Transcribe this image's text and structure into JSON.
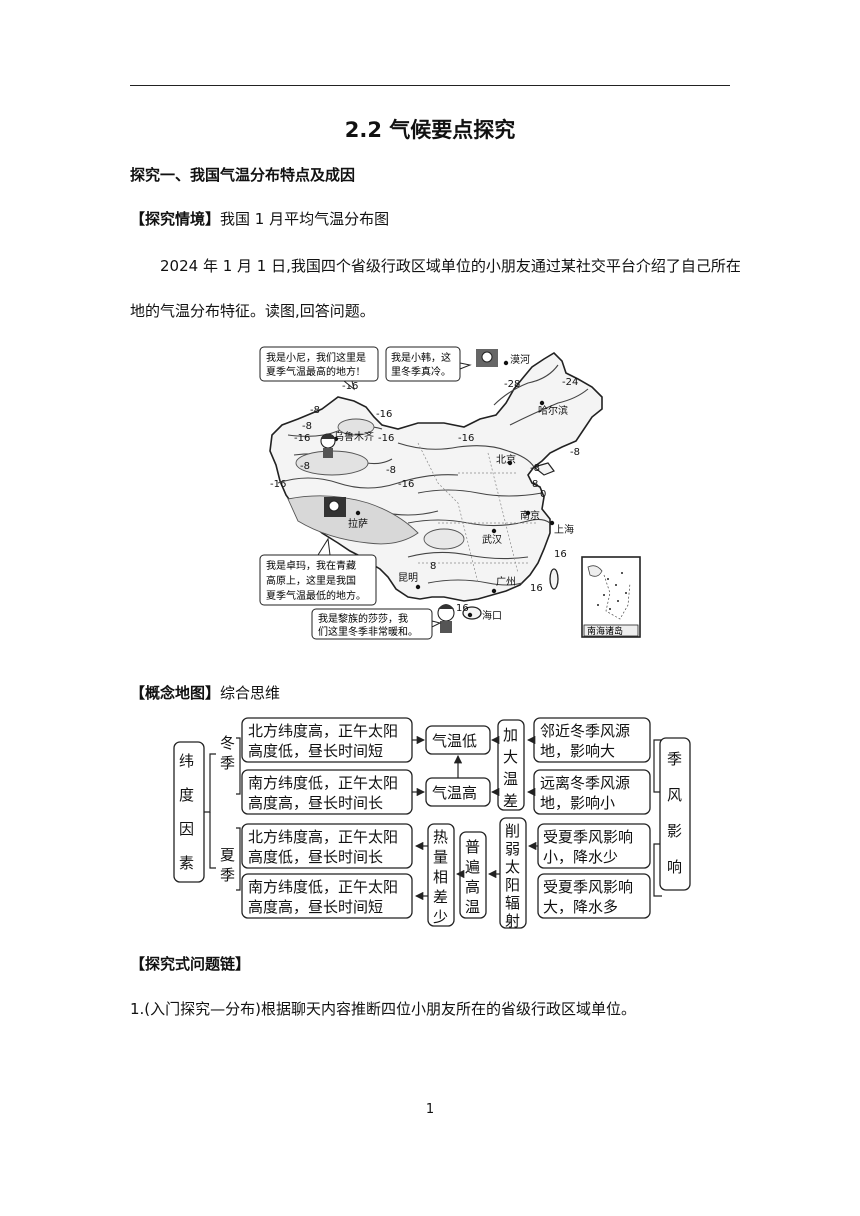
{
  "title": "2.2  气候要点探究",
  "section1": {
    "heading": "探究一、我国气温分布特点及成因"
  },
  "scenario": {
    "label": "【探究情境】",
    "text": "我国 1 月平均气温分布图"
  },
  "intro": {
    "line1": "2024 年 1 月 1 日,我国四个省级行政区域单位的小朋友通过某社交平台介绍了自己所在",
    "line2": "地的气温分布特征。读图,回答问题。"
  },
  "map": {
    "bubbles": {
      "xiaoni": [
        "我是小尼，我们这里是",
        "夏季气温最高的地方!"
      ],
      "xiaohan": [
        "我是小韩，这",
        "里冬季真冷。"
      ],
      "zhuoma": [
        "我是卓玛，我在青藏",
        "高原上，这里是我国",
        "夏季气温最低的地方。"
      ],
      "shasha": [
        "我是黎族的莎莎，我",
        "们这里冬季非常暖和。"
      ]
    },
    "cities": {
      "mohe": "漠河",
      "harbin": "哈尔滨",
      "urumqi": "乌鲁木齐",
      "beijing": "北京",
      "lhasa": "拉萨",
      "nanjing": "南京",
      "shanghai": "上海",
      "wuhan": "武汉",
      "kunming": "昆明",
      "guangzhou": "广州",
      "haikou": "海口"
    },
    "isotherms": {
      "i1": "-28",
      "i2": "-24",
      "i3": "-16",
      "i4": "-16",
      "i5": "-8",
      "i6": "-8",
      "i7": "-16",
      "i8": "-16",
      "i9": "-16",
      "i10": "-8",
      "i11": "-16",
      "i12": "-16",
      "i13": "-8",
      "i14": "-8",
      "i15": "-8",
      "i16": "0",
      "i17": "8",
      "i18": "8",
      "i19": "16",
      "i20": "16",
      "i21": "16"
    },
    "inset_label": "南海诸岛"
  },
  "concept": {
    "label": "【概念地图】",
    "text": "综合思维",
    "latitude": [
      "纬",
      "度",
      "因",
      "素"
    ],
    "winter": [
      "冬",
      "季"
    ],
    "summer": [
      "夏",
      "季"
    ],
    "w1": [
      "北方纬度高，正午太阳",
      "高度低，昼长时间短"
    ],
    "w2": [
      "南方纬度低，正午太阳",
      "高度高，昼长时间长"
    ],
    "s1": [
      "北方纬度高，正午太阳",
      "高度低，昼长时间长"
    ],
    "s2": [
      "南方纬度低，正午太阳",
      "高度高，昼长时间短"
    ],
    "low": "气温低",
    "high": "气温高",
    "diff": [
      "加",
      "大",
      "温",
      "差"
    ],
    "heat": [
      "热",
      "量",
      "相",
      "差",
      "少"
    ],
    "uni": [
      "普",
      "遍",
      "高",
      "温"
    ],
    "weaken": [
      "削",
      "弱",
      "太",
      "阳",
      "辐",
      "射"
    ],
    "m1": [
      "邻近冬季风源",
      "地，影响大"
    ],
    "m2": [
      "远离冬季风源",
      "地，影响小"
    ],
    "m3": [
      "受夏季风影响",
      "小，降水少"
    ],
    "m4": [
      "受夏季风影响",
      "大，降水多"
    ],
    "monsoon": [
      "季",
      "风",
      "影",
      "响"
    ]
  },
  "chain": {
    "label": "【探究式问题链】"
  },
  "q1": "1.(入门探究—分布)根据聊天内容推断四位小朋友所在的省级行政区域单位。",
  "page_number": "1"
}
